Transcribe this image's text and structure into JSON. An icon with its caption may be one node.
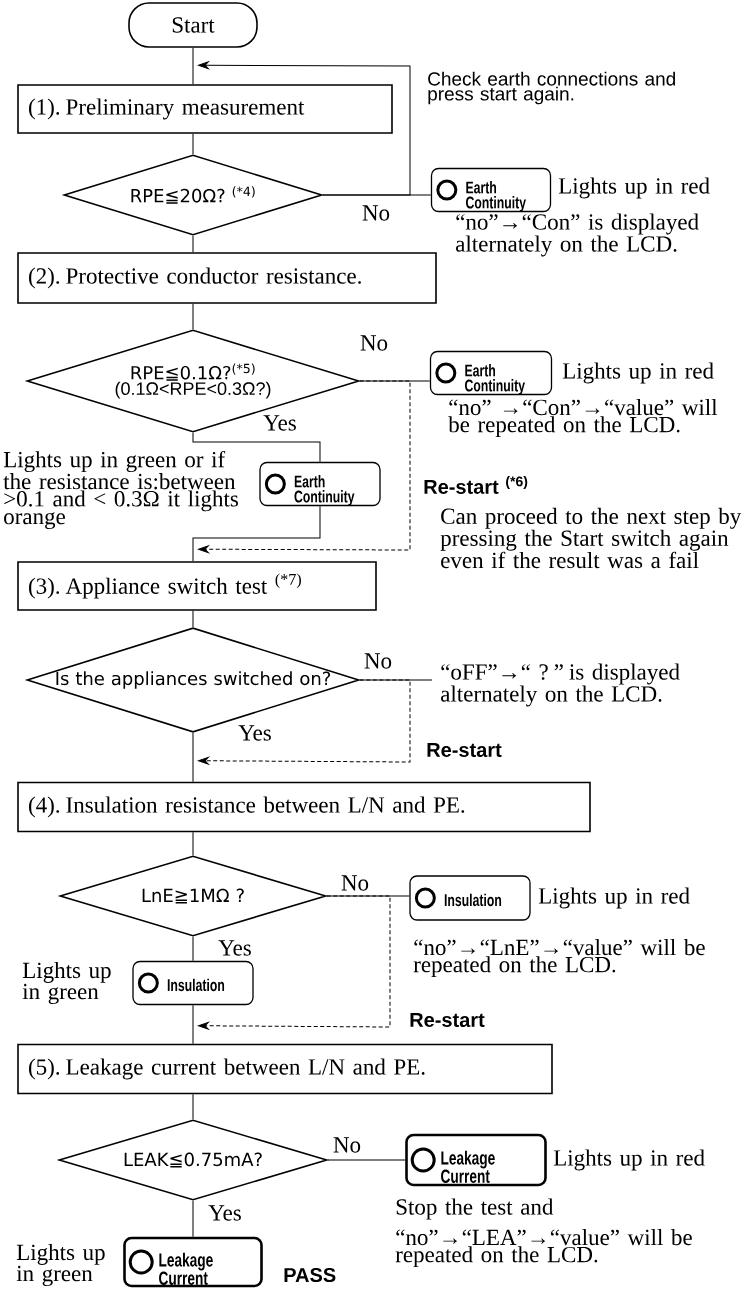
{
  "diagram": {
    "nodes": [
      {
        "text": [
          "Start"
        ]
      },
      {
        "text": [
          "(1). Preliminary measurement"
        ]
      },
      {
        "text": [
          "RPE≦20Ω? $^{(*4)}$"
        ]
      },
      {
        "text": [
          "Earth Continuity"
        ],
        "beside": [
          "Lights up in red",
          "“no”→“Con” is displayed alternately on the LCD."
        ]
      },
      {
        "text": [
          "(2). Protective conductor resistance."
        ]
      },
      {
        "text": [
          "RPE≦0.1Ω?$^{(*5)}$",
          "(0.1Ω<RPE<0.3Ω?)"
        ]
      },
      {
        "text": [
          "Earth Continuity"
        ],
        "beside": [
          "Lights up in red",
          "“no” →“Con”→“value” will be repeated on the LCD."
        ]
      },
      {
        "text": [
          "Earth Continuity"
        ]
      },
      {
        "text": [
          "(3). Appliance switch test $^{(*7)}$"
        ]
      },
      {
        "text": [
          "Is the appliances switched on?"
        ]
      },
      {
        "text": [
          "“oFF”→“ ? ” is displayed alternately on the LCD."
        ]
      },
      {
        "text": [
          "(4). Insulation resistance between L/N and PE."
        ]
      },
      {
        "text": [
          "LnE≧1MΩ ?"
        ]
      },
      {
        "text": [
          "Insulation"
        ],
        "beside": [
          "Lights up in red",
          "“no”→“LnE”→“value” will be repeated on the LCD."
        ]
      },
      {
        "text": [
          "Insulation"
        ],
        "beside": [
          "Lights up in green"
        ]
      },
      {
        "text": [
          "(5). Leakage current between L/N and PE."
        ]
      },
      {
        "text": [
          "LEAK≦0.75mA?"
        ]
      },
      {
        "text": [
          "Leakage Current"
        ],
        "beside": [
          "Lights up in red",
          "Stop the test and",
          "“no”→“LEA”→“value” will be repeated on the LCD."
        ]
      },
      {
        "text": [
          "Leakage Current"
        ],
        "beside": [
          "Lights up in green",
          "PASS"
        ]
      }
    ],
    "edges": [
      {
        "from": 0,
        "to": 1,
        "arrow": "none"
      },
      {
        "from": 1,
        "to": 2,
        "arrow": "none"
      },
      {
        "from": 2,
        "to": 3,
        "arrow": "none",
        "label": "No"
      },
      {
        "from": 2,
        "to": 1,
        "arrow": "to",
        "label": "Check earth connections and press start again."
      },
      {
        "from": 2,
        "to": 4,
        "arrow": "none"
      },
      {
        "from": 4,
        "to": 5,
        "arrow": "none"
      },
      {
        "from": 5,
        "to": 6,
        "arrow": "none",
        "label": "No"
      },
      {
        "from": 5,
        "to": 7,
        "arrow": "none",
        "label": "Yes"
      },
      {
        "from": 7,
        "to": 8,
        "arrow": "none"
      },
      {
        "from": 5,
        "to": 8,
        "arrow": "to",
        "style": "dashed",
        "label": "Re-start $^{(*6)}$"
      },
      {
        "from": 8,
        "to": 9,
        "arrow": "none"
      },
      {
        "from": 9,
        "to": 10,
        "arrow": "none",
        "label": "No"
      },
      {
        "from": 9,
        "to": 11,
        "arrow": "none",
        "label": "Yes"
      },
      {
        "from": 9,
        "to": 11,
        "arrow": "to",
        "style": "dashed",
        "label": "Re-start"
      },
      {
        "from": 11,
        "to": 12,
        "arrow": "none"
      },
      {
        "from": 12,
        "to": 13,
        "arrow": "none",
        "label": "No"
      },
      {
        "from": 12,
        "to": 14,
        "arrow": "none",
        "label": "Yes"
      },
      {
        "from": 14,
        "to": 15,
        "arrow": "none"
      },
      {
        "from": 12,
        "to": 15,
        "arrow": "to",
        "style": "dashed",
        "label": "Re-start"
      },
      {
        "from": 15,
        "to": 16,
        "arrow": "none"
      },
      {
        "from": 16,
        "to": 17,
        "arrow": "none",
        "label": "No"
      },
      {
        "from": 16,
        "to": 18,
        "arrow": "none",
        "label": "Yes"
      }
    ],
    "labels": [
      "Lights up in green or if the resistance is:between >0.1 and < 0.3Ω it lights orange",
      "Can proceed to the next step by pressing the Start switch again even if the result was a fail"
    ]
  }
}
